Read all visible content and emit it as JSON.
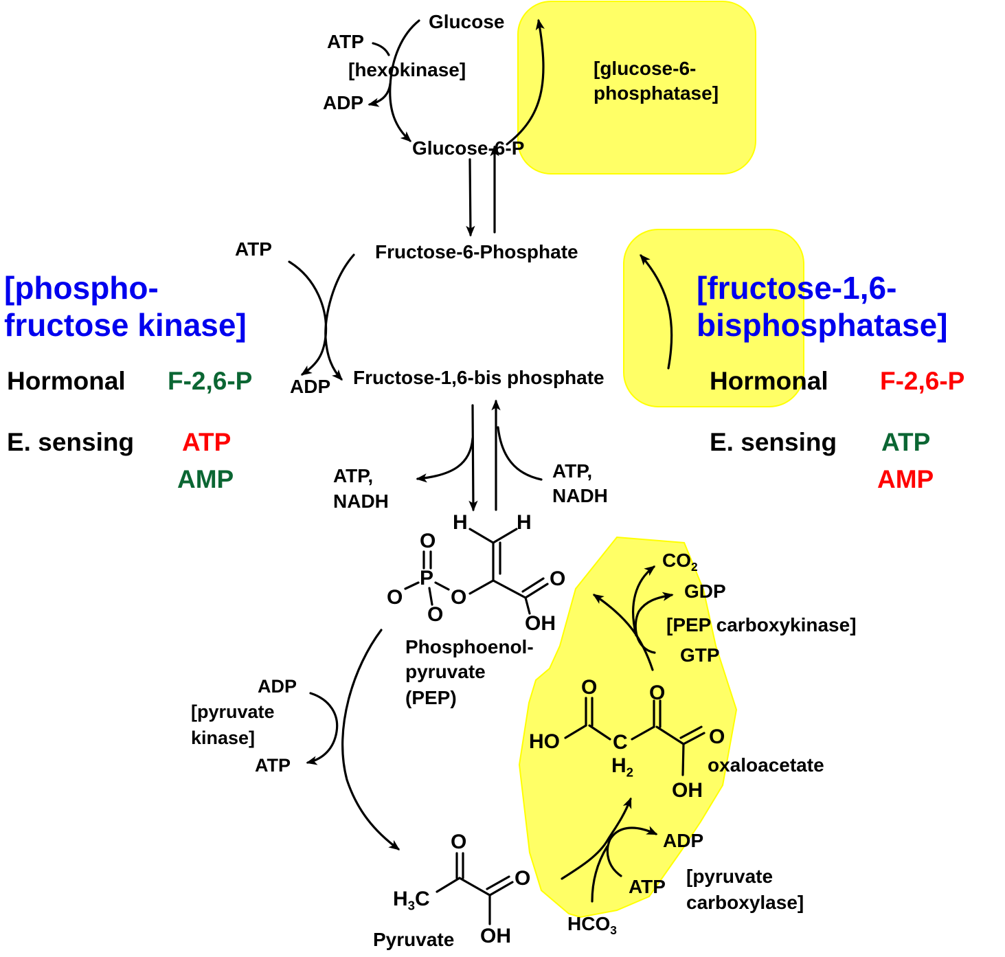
{
  "colors": {
    "highlight": "#ffff66",
    "highlight_border": "#ffff00",
    "enzyme_blue": "#0000ee",
    "activator_green": "#0b6633",
    "inhibitor_red": "#ff0000",
    "text": "#000000"
  },
  "metabolites": {
    "glucose": "Glucose",
    "glucose_6_p": "Glucose-6-P",
    "fructose_6_phosphate": "Fructose-6-Phosphate",
    "fructose_1_6_bisphosphate": "Fructose-1,6-bis phosphate",
    "pep_name_line1": "Phosphoenol-",
    "pep_name_line2": "pyruvate",
    "pep_name_line3": "(PEP)",
    "pyruvate": "Pyruvate",
    "oxaloacetate": "oxaloacetate"
  },
  "hexokinase_step": {
    "atp": "ATP",
    "enzyme": "[hexokinase]",
    "adp": "ADP"
  },
  "g6pase_step": {
    "enzyme_line1": "[glucose-6-",
    "enzyme_line2": "phosphatase]"
  },
  "pfk_step": {
    "atp": "ATP",
    "adp": "ADP",
    "enzyme_line1": "[phospho-",
    "enzyme_line2": "fructose kinase]",
    "hormonal_label": "Hormonal",
    "hormonal_effector": "F-2,6-P",
    "energy_label": "E. sensing",
    "energy_effector_1": "ATP",
    "energy_effector_2": "AMP"
  },
  "fbpase_step": {
    "enzyme_line1": "[fructose-1,6-",
    "enzyme_line2": "bisphosphatase]",
    "hormonal_label": "Hormonal",
    "hormonal_effector": "F-2,6-P",
    "energy_label": "E. sensing",
    "energy_effector_1": "ATP",
    "energy_effector_2": "AMP"
  },
  "lower_glycolysis": {
    "out_line1": "ATP,",
    "out_line2": "NADH",
    "in_line1": "ATP,",
    "in_line2": "NADH"
  },
  "pyruvate_kinase_step": {
    "adp": "ADP",
    "enzyme_line1": "[pyruvate",
    "enzyme_line2": "kinase]",
    "atp": "ATP"
  },
  "pepck_step": {
    "co2": "CO",
    "co2_sub": "2",
    "gdp": "GDP",
    "enzyme": "[PEP carboxykinase]",
    "gtp": "GTP"
  },
  "pyruvate_carboxylase_step": {
    "adp": "ADP",
    "atp": "ATP",
    "hco3": "HCO",
    "hco3_sub": "3",
    "enzyme_line1": "[pyruvate",
    "enzyme_line2": "carboxylase]"
  },
  "atoms": {
    "O": "O",
    "P": "P",
    "H": "H",
    "OH": "OH",
    "HO": "HO",
    "C": "C",
    "H2": "H",
    "H2_sub": "2",
    "H3C_h": "H",
    "H3C_sub": "3",
    "H3C_c": "C"
  }
}
